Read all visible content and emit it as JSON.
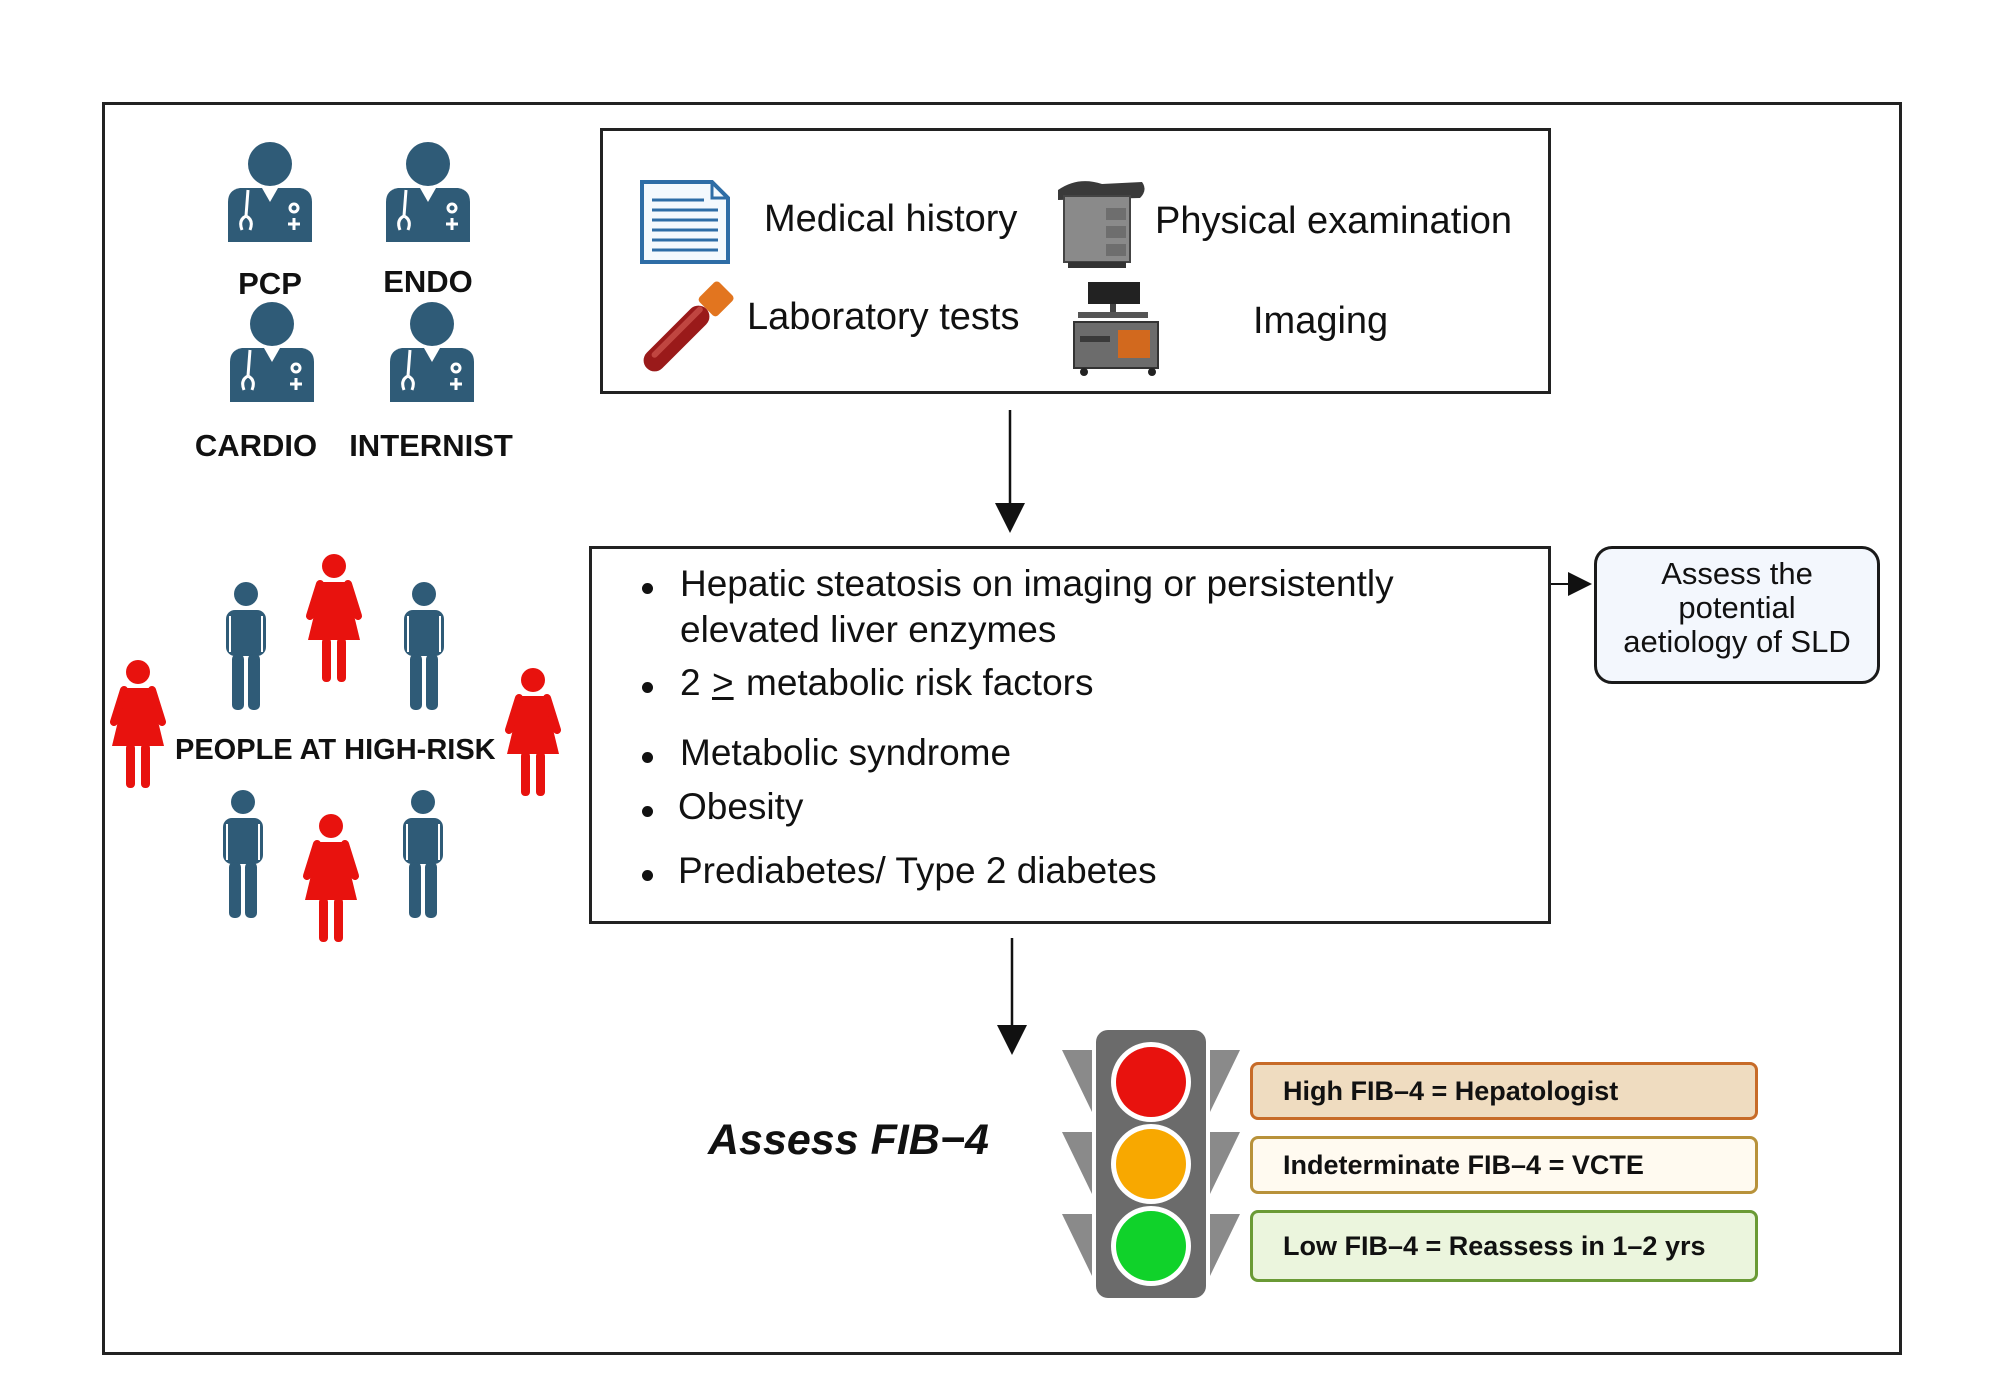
{
  "clinicians": [
    {
      "label": "PCP",
      "icon": "doctor-icon"
    },
    {
      "label": "ENDO",
      "icon": "doctor-icon"
    },
    {
      "label": "CARDIO",
      "icon": "doctor-icon"
    },
    {
      "label": "INTERNIST",
      "icon": "doctor-icon"
    }
  ],
  "workup": {
    "items": [
      {
        "label": "Medical history",
        "icon": "document-icon"
      },
      {
        "label": "Physical examination",
        "icon": "examination-table-icon"
      },
      {
        "label": "Laboratory tests",
        "icon": "blood-tube-icon"
      },
      {
        "label": "Imaging",
        "icon": "imaging-machine-icon"
      }
    ]
  },
  "population": {
    "label": "PEOPLE AT HIGH-RISK",
    "male_color": "#2f5b77",
    "female_color": "#e8120e"
  },
  "criteria": {
    "bullets": [
      "Hepatic steatosis on imaging or persistently",
      "elevated liver enzymes",
      "2",
      ">",
      "metabolic risk factors",
      "Metabolic syndrome",
      "Obesity",
      "Prediabetes/ Type 2 diabetes"
    ]
  },
  "aetiology": {
    "lines": [
      "Assess the",
      "potential",
      "aetiology of SLD"
    ]
  },
  "fib4": {
    "title": "Assess FIB−4",
    "high": "High FIB–4 = Hepatologist",
    "indeterminate": "Indeterminate FIB–4 = VCTE",
    "low": "Low FIB–4 = Reassess in 1–2 yrs",
    "colors": {
      "red": "#e8120e",
      "amber": "#f8a800",
      "green": "#10d22a"
    }
  }
}
